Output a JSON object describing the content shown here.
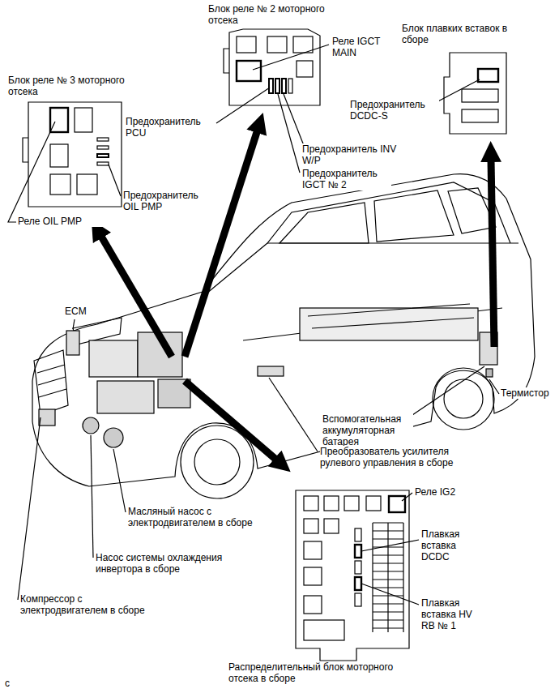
{
  "diagram": {
    "nodes": [
      {
        "text": [
          "Блок реле № 3 моторного отсека"
        ]
      },
      {
        "text": [
          "Блок реле № 2 моторного отсека"
        ]
      },
      {
        "text": [
          "Блок плавких вставок в сборе"
        ]
      },
      {
        "text": [
          "Распределительный блок моторного отсека в сборе"
        ]
      }
    ],
    "labels": [
      "Реле IGCT MAIN",
      "Предохранитель PCU",
      "Предохранитель INV W/P",
      "Предохранитель IGCT № 2",
      "Предохранитель DCDC-S",
      "Предохранитель OIL PMP",
      "Реле OIL PMP",
      "ECM",
      "Термистор",
      "Вспомогательная аккумуляторная батарея",
      "Преобразователь усилителя рулевого управления в сборе",
      "Реле IG2",
      "Масляный насос с электродвигателем в сборе",
      "Плавкая вставка DCDC",
      "Насос системы охлаждения инвертора в сборе",
      "Компрессор с электродвигателем в сборе",
      "Плавкая вставка HV RB № 1",
      "c"
    ]
  }
}
